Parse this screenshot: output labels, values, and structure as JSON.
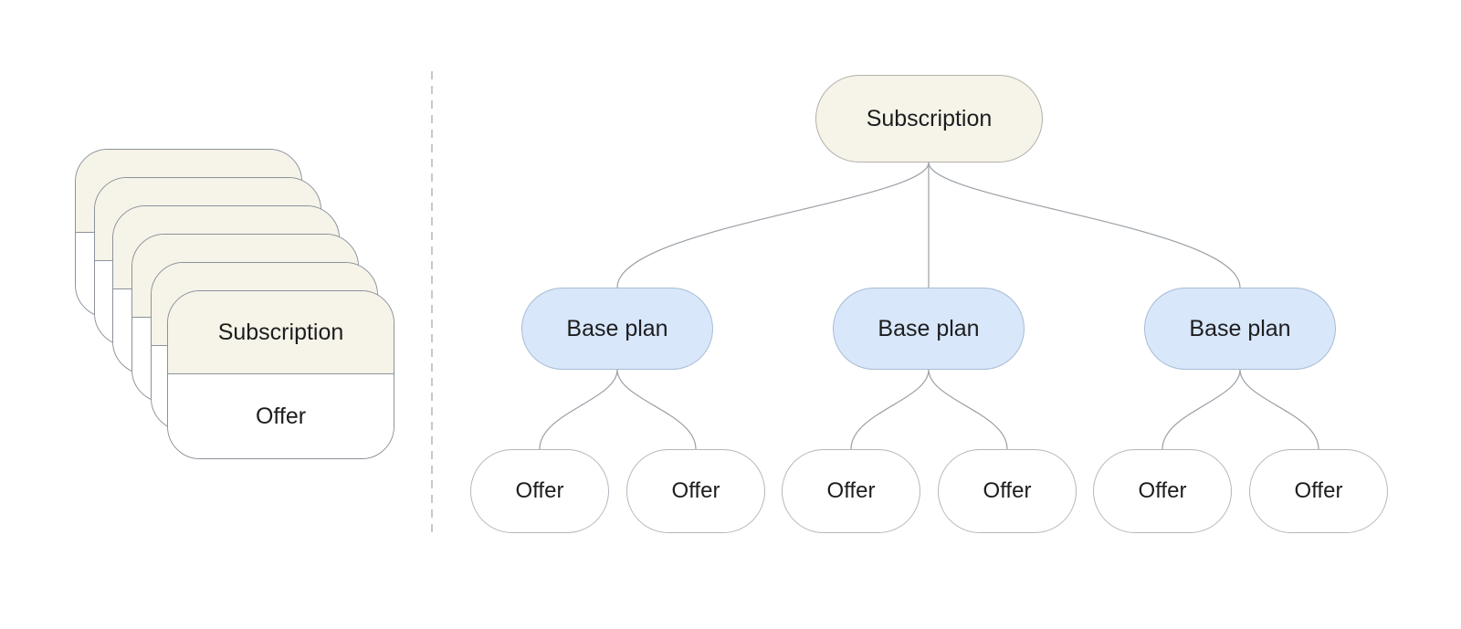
{
  "colors": {
    "background": "#ffffff",
    "subscription_fill": "#f6f3e8",
    "subscription_border": "#b2b1ab",
    "base_plan_fill": "#d8e7fa",
    "base_plan_border": "#a8bcd4",
    "offer_fill": "#ffffff",
    "offer_border": "#b3b7bd",
    "stack_border": "#8c929a",
    "connector": "#9aa0a6",
    "divider": "#c8c8c8",
    "text": "#1d1d1f"
  },
  "stack": {
    "card_count": 6,
    "front_card": {
      "top_label": "Subscription",
      "bottom_label": "Offer"
    }
  },
  "tree": {
    "root": {
      "label": "Subscription"
    },
    "base_plans": [
      {
        "label": "Base plan"
      },
      {
        "label": "Base plan"
      },
      {
        "label": "Base plan"
      }
    ],
    "offers": [
      {
        "label": "Offer"
      },
      {
        "label": "Offer"
      },
      {
        "label": "Offer"
      },
      {
        "label": "Offer"
      },
      {
        "label": "Offer"
      },
      {
        "label": "Offer"
      }
    ]
  }
}
